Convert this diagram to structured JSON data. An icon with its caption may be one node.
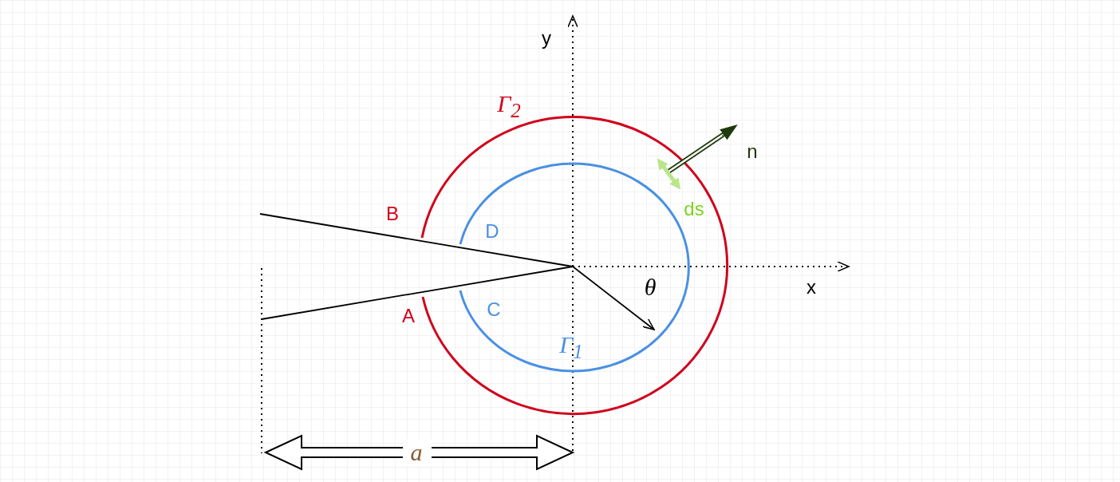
{
  "diagram": {
    "labels": [
      "y",
      "Γ$_{2}$",
      "n",
      "ds",
      "B",
      "D",
      "x",
      "θ",
      "A",
      "C",
      "Γ$_{1}$",
      "a"
    ]
  }
}
